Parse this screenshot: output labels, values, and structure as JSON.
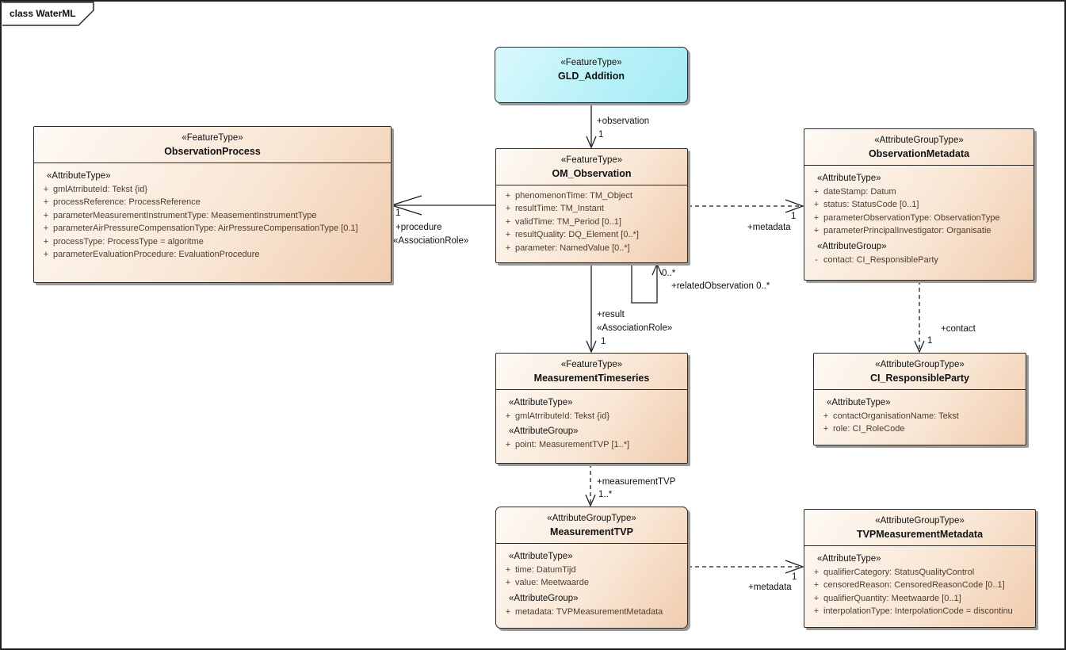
{
  "frame": {
    "tab_label": "class WaterML"
  },
  "colors": {
    "border_dark": "#2a2a2a",
    "attr_text": "#4f3c2b",
    "shadow": "#9a9a9a",
    "class_fill_light": "#fefaf5",
    "class_fill_peach": "#f0ccae",
    "feature_fill_cyan": "#b9f1f8"
  },
  "classes": [
    {
      "id": "gld_addition",
      "stereotype": "«FeatureType»",
      "name": "GLD_Addition",
      "sections": []
    },
    {
      "id": "observation_process",
      "stereotype": "«FeatureType»",
      "name": "ObservationProcess",
      "sections": [
        {
          "heading": "«AttributeType»",
          "rows": [
            {
              "vis": "+",
              "text": "gmlAtrributeId: Tekst {id}"
            },
            {
              "vis": "+",
              "text": "processReference: ProcessReference"
            },
            {
              "vis": "+",
              "text": "parameterMeasurementInstrumentType: MeasementInstrumentType"
            },
            {
              "vis": "+",
              "text": "parameterAirPressureCompensationType: AirPressureCompensationType [0.1]"
            },
            {
              "vis": "+",
              "text": "processType: ProcessType = algoritme"
            },
            {
              "vis": "+",
              "text": "parameterEvaluationProcedure: EvaluationProcedure"
            }
          ]
        }
      ]
    },
    {
      "id": "om_observation",
      "stereotype": "«FeatureType»",
      "name": "OM_Observation",
      "sections": [
        {
          "heading": null,
          "rows": [
            {
              "vis": "+",
              "text": "phenomenonTime: TM_Object"
            },
            {
              "vis": "+",
              "text": "resultTime: TM_Instant"
            },
            {
              "vis": "+",
              "text": "validTime: TM_Period [0..1]"
            },
            {
              "vis": "+",
              "text": "resultQuality: DQ_Element [0..*]"
            },
            {
              "vis": "+",
              "text": "parameter: NamedValue [0..*]"
            }
          ]
        }
      ]
    },
    {
      "id": "observation_metadata",
      "stereotype": "«AttributeGroupType»",
      "name": "ObservationMetadata",
      "sections": [
        {
          "heading": "«AttributeType»",
          "rows": [
            {
              "vis": "+",
              "text": "dateStamp: Datum"
            },
            {
              "vis": "+",
              "text": "status: StatusCode [0..1]"
            },
            {
              "vis": "+",
              "text": "parameterObservationType: ObservationType"
            },
            {
              "vis": "+",
              "text": "parameterPrincipalInvestigator: Organisatie"
            }
          ]
        },
        {
          "heading": "«AttributeGroup»",
          "rows": [
            {
              "vis": "-",
              "text": "contact: CI_ResponsibleParty"
            }
          ]
        }
      ]
    },
    {
      "id": "measurement_timeseries",
      "stereotype": "«FeatureType»",
      "name": "MeasurementTimeseries",
      "sections": [
        {
          "heading": "«AttributeType»",
          "rows": [
            {
              "vis": "+",
              "text": "gmlAtrributeId: Tekst {id}"
            }
          ]
        },
        {
          "heading": "«AttributeGroup»",
          "rows": [
            {
              "vis": "+",
              "text": "point: MeasurementTVP [1..*]"
            }
          ]
        }
      ]
    },
    {
      "id": "ci_responsible_party",
      "stereotype": "«AttributeGroupType»",
      "name": "CI_ResponsibleParty",
      "sections": [
        {
          "heading": "«AttributeType»",
          "rows": [
            {
              "vis": "+",
              "text": "contactOrganisationName: Tekst"
            },
            {
              "vis": "+",
              "text": "role: CI_RoleCode"
            }
          ]
        }
      ]
    },
    {
      "id": "measurement_tvp",
      "stereotype": "«AttributeGroupType»",
      "name": "MeasurementTVP",
      "sections": [
        {
          "heading": "«AttributeType»",
          "rows": [
            {
              "vis": "+",
              "text": "time: DatumTijd"
            },
            {
              "vis": "+",
              "text": "value: Meetwaarde"
            }
          ]
        },
        {
          "heading": "«AttributeGroup»",
          "rows": [
            {
              "vis": "+",
              "text": "metadata: TVPMeasurementMetadata"
            }
          ]
        }
      ]
    },
    {
      "id": "tvp_measurement_metadata",
      "stereotype": "«AttributeGroupType»",
      "name": "TVPMeasurementMetadata",
      "sections": [
        {
          "heading": "«AttributeType»",
          "rows": [
            {
              "vis": "+",
              "text": "qualifierCategory: StatusQualityControl"
            },
            {
              "vis": "+",
              "text": "censoredReason: CensoredReasonCode [0..1]"
            },
            {
              "vis": "+",
              "text": "qualifierQuantity: Meetwaarde [0..1]"
            },
            {
              "vis": "+",
              "text": "interpolationType: InterpolationCode = discontinu"
            }
          ]
        }
      ]
    }
  ],
  "connectors": {
    "observation": {
      "role": "+observation",
      "mult": "1"
    },
    "procedure": {
      "mult": "1",
      "role": "+procedure",
      "stereotype": "«AssociationRole»"
    },
    "metadata_obs": {
      "mult": "1",
      "role": "+metadata"
    },
    "related_observation": {
      "mult": "0..*",
      "role": "+relatedObservation 0..*"
    },
    "result": {
      "role": "+result",
      "stereotype": "«AssociationRole»",
      "mult": "1"
    },
    "contact": {
      "role": "+contact",
      "mult": "1"
    },
    "measurement_tvp": {
      "role": "+measurementTVP",
      "mult": "1..*"
    },
    "metadata_tvp": {
      "mult": "1",
      "role": "+metadata"
    }
  }
}
